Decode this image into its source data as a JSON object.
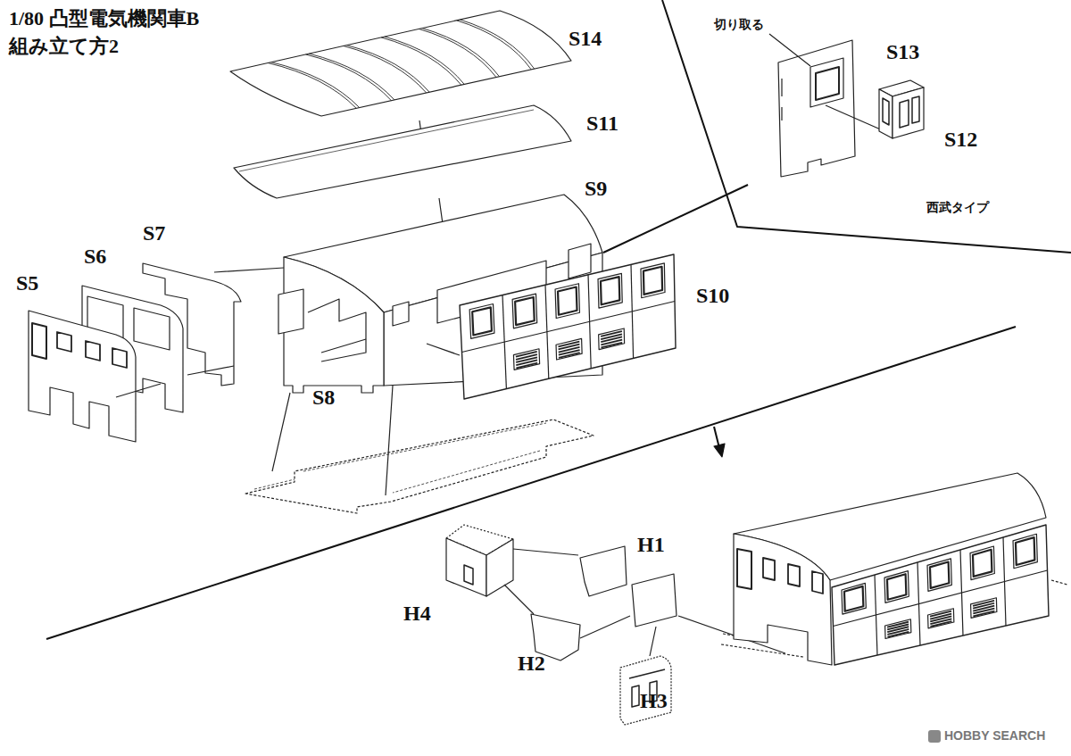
{
  "diagram": {
    "title": "1/80 凸型電気機関車B 組み立て方2",
    "labels": [
      "S14",
      "S11",
      "S9",
      "S7",
      "S6",
      "S5",
      "S10",
      "S8",
      "切り取る",
      "S13",
      "S12",
      "西武タイプ",
      "H1",
      "H4",
      "H2",
      "H3",
      "HOBBY SEARCH"
    ]
  }
}
